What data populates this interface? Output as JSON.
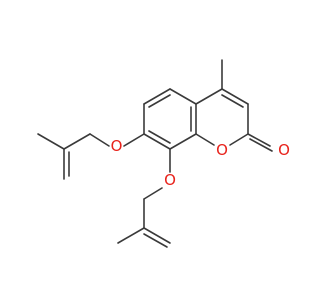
{
  "molecule": {
    "atoms": {
      "O_ether_upper": {
        "symbol": "O"
      },
      "O_ether_lower": {
        "symbol": "O"
      },
      "O_ring": {
        "symbol": "O"
      },
      "O_carbonyl": {
        "symbol": "O"
      }
    }
  },
  "colors": {
    "bond": "#3a3a3a",
    "oxygen": "#e8221b",
    "background": "#ffffff"
  }
}
